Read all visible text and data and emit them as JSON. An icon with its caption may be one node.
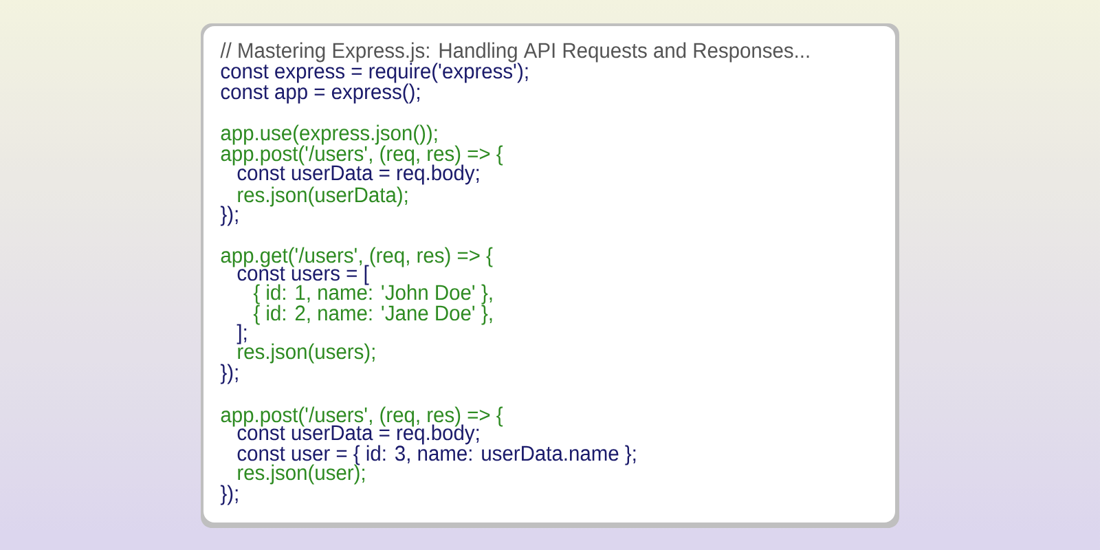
{
  "diagram": {
    "labels": [
      "// Mastering Express.js: Handling API Requests and Responses...",
      "const express = require('express');",
      "const app = express();",
      "app.use(express.json());",
      "app.post('/users', (req, res) => {",
      "const userData = req.body;",
      "res.json(userData);",
      "});",
      "app.get('/users', (req, res) => {",
      "const users = [",
      "{ id: 1, name: 'John Doe' },",
      "{ id: 2, name: 'Jane Doe' },",
      "];",
      "res.json(users);",
      "});",
      "app.post('/users', (req, res) => {",
      "const userData = req.body;",
      "const user = { id: 3, name: userData.name };",
      "res.json(user);",
      "});"
    ]
  }
}
